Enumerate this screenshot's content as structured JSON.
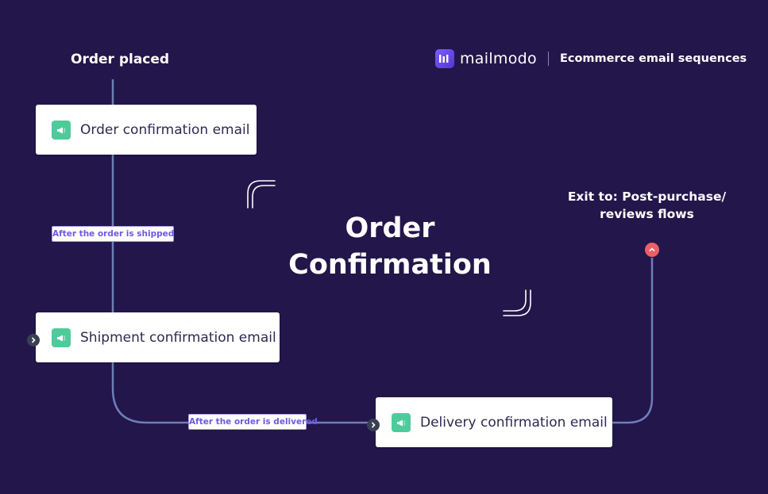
{
  "start_label": "Order placed",
  "brand": {
    "name": "mailmodo",
    "tagline": "Ecommerce email sequences",
    "logo_icon": "mailmodo-logo-icon"
  },
  "title": {
    "line1": "Order",
    "line2": "Confirmation"
  },
  "exit_label": {
    "line1": "Exit to: Post-purchase/",
    "line2": "reviews flows"
  },
  "cards": [
    {
      "label": "Order confirmation email",
      "icon": "megaphone-icon"
    },
    {
      "label": "Shipment confirmation email",
      "icon": "megaphone-icon"
    },
    {
      "label": "Delivery confirmation email",
      "icon": "megaphone-icon"
    }
  ],
  "conditions": [
    {
      "label": "After the order is shipped"
    },
    {
      "label": "After the order is delivered"
    }
  ],
  "colors": {
    "background": "#22164a",
    "connector": "#6d7fb8",
    "card": "#ffffff",
    "icon_bg": "#4ecb9b",
    "condition_text": "#6d5ae0",
    "exit_dot": "#ec5f66"
  }
}
